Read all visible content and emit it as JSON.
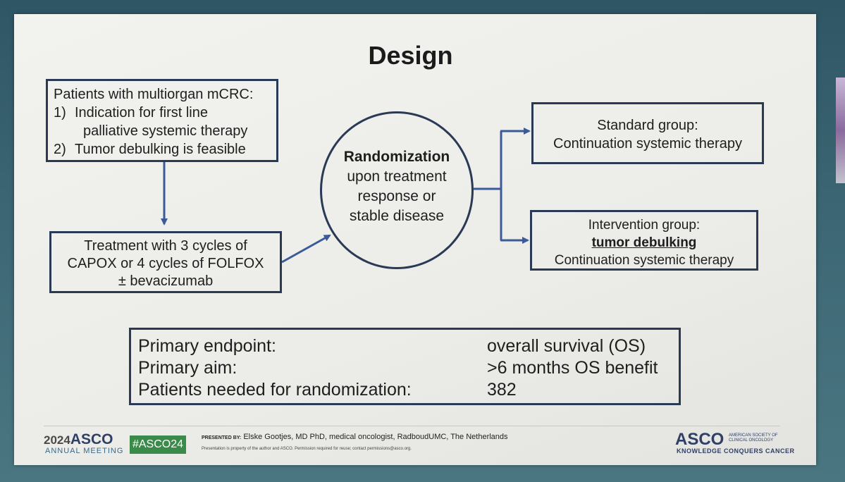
{
  "slide": {
    "title": "Design"
  },
  "patients_box": {
    "heading": "Patients with multiorgan mCRC:",
    "items": [
      {
        "num": "1)",
        "line1": "Indication for first line",
        "line2": "palliative systemic therapy"
      },
      {
        "num": "2)",
        "line1": "Tumor debulking is feasible"
      }
    ]
  },
  "treatment_box": {
    "line1": "Treatment with 3 cycles of",
    "line2": "CAPOX or 4 cycles of FOLFOX",
    "line3": "± bevacizumab"
  },
  "randomization": {
    "title": "Randomization",
    "line1": "upon treatment",
    "line2": "response or",
    "line3": "stable disease"
  },
  "standard_box": {
    "line1": "Standard group:",
    "line2": "Continuation systemic therapy"
  },
  "intervention_box": {
    "line1": "Intervention group:",
    "line2": "tumor debulking",
    "line3": "Continuation systemic therapy"
  },
  "endpoints": [
    {
      "label": "Primary endpoint:",
      "value": "overall survival (OS)"
    },
    {
      "label": "Primary aim:",
      "value": ">6 months OS benefit"
    },
    {
      "label": "Patients needed for randomization:",
      "value": "382"
    }
  ],
  "footer": {
    "meeting_year": "2024",
    "meeting_org": "ASCO",
    "meeting_sub": "ANNUAL MEETING",
    "hashtag": "#ASCO24",
    "presented_by_label": "PRESENTED BY:",
    "presenter": "Elske Gootjes, MD PhD, medical oncologist, RadboudUMC, The Netherlands",
    "permission": "Presentation is property of the author and ASCO. Permission required for reuse; contact permissions@asco.org.",
    "logo_text": "ASCO",
    "logo_society": "AMERICAN SOCIETY OF CLINICAL ONCOLOGY",
    "logo_tagline": "KNOWLEDGE CONQUERS CANCER"
  },
  "colors": {
    "box_border": "#2a3a55",
    "arrow": "#3a5a9a",
    "hashtag_bg": "#3a8a4a"
  }
}
